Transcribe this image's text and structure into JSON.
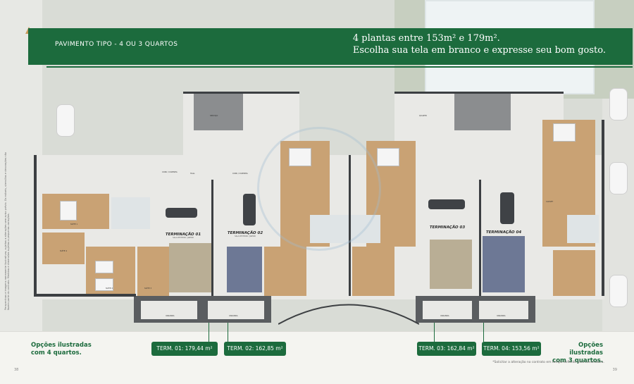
{
  "banner": {
    "section_title": "PAVIMENTO TIPO - 4 OU 3 QUARTOS",
    "headline_line1": "4 plantas entre 153m² e 179m².",
    "headline_line2": "Escolha sua tela em branco e expresse seu bom gosto."
  },
  "plan": {
    "terminations": [
      {
        "name": "TERMINAÇÃO 01",
        "sub": "SALA DE ESTAR / JANTAR"
      },
      {
        "name": "TERMINAÇÃO 02",
        "sub": "SALA DE ESTAR / JANTAR"
      },
      {
        "name": "TERMINAÇÃO 03",
        "sub": ""
      },
      {
        "name": "TERMINAÇÃO 04",
        "sub": ""
      }
    ],
    "room_labels": {
      "suite1": "SUÍTE 1",
      "suite2": "SUÍTE 2",
      "suite3": "SUÍTE 3",
      "suite4": "SUÍTE 4",
      "copa": "COPA / COZINHA",
      "varanda": "VARANDA",
      "servico": "SERVIÇO",
      "hall": "HALL",
      "closet": "CLOSET",
      "quarto": "QUARTO"
    }
  },
  "legend": {
    "term1": "TERM. 01: 179,44 m²",
    "term2": "TERM. 02: 162,85 m²",
    "term3": "TERM. 03: 162,84 m²",
    "term4": "TERM. 04: 153,56 m²",
    "left_option_line1": "Opções ilustradas",
    "left_option_line2": "com 4 quartos.",
    "right_option_line1": "Opções ilustradas",
    "right_option_line2": "com 3 quartos.",
    "footnote": "*Solicitar a alteração no contrato em tempo definido pela construtora."
  },
  "page_numbers": {
    "left": "38",
    "right": "39"
  },
  "side_disclaimer": "Perspectivas e imagens meramente ilustrativas, sujeitas a alterações sem aviso prévio. Os móveis, utensílios e decorações não fazem parte do contrato. Medidas e dimensões sujeitas a pequenas variações.",
  "colors": {
    "brand_green": "#1c6b3d"
  }
}
